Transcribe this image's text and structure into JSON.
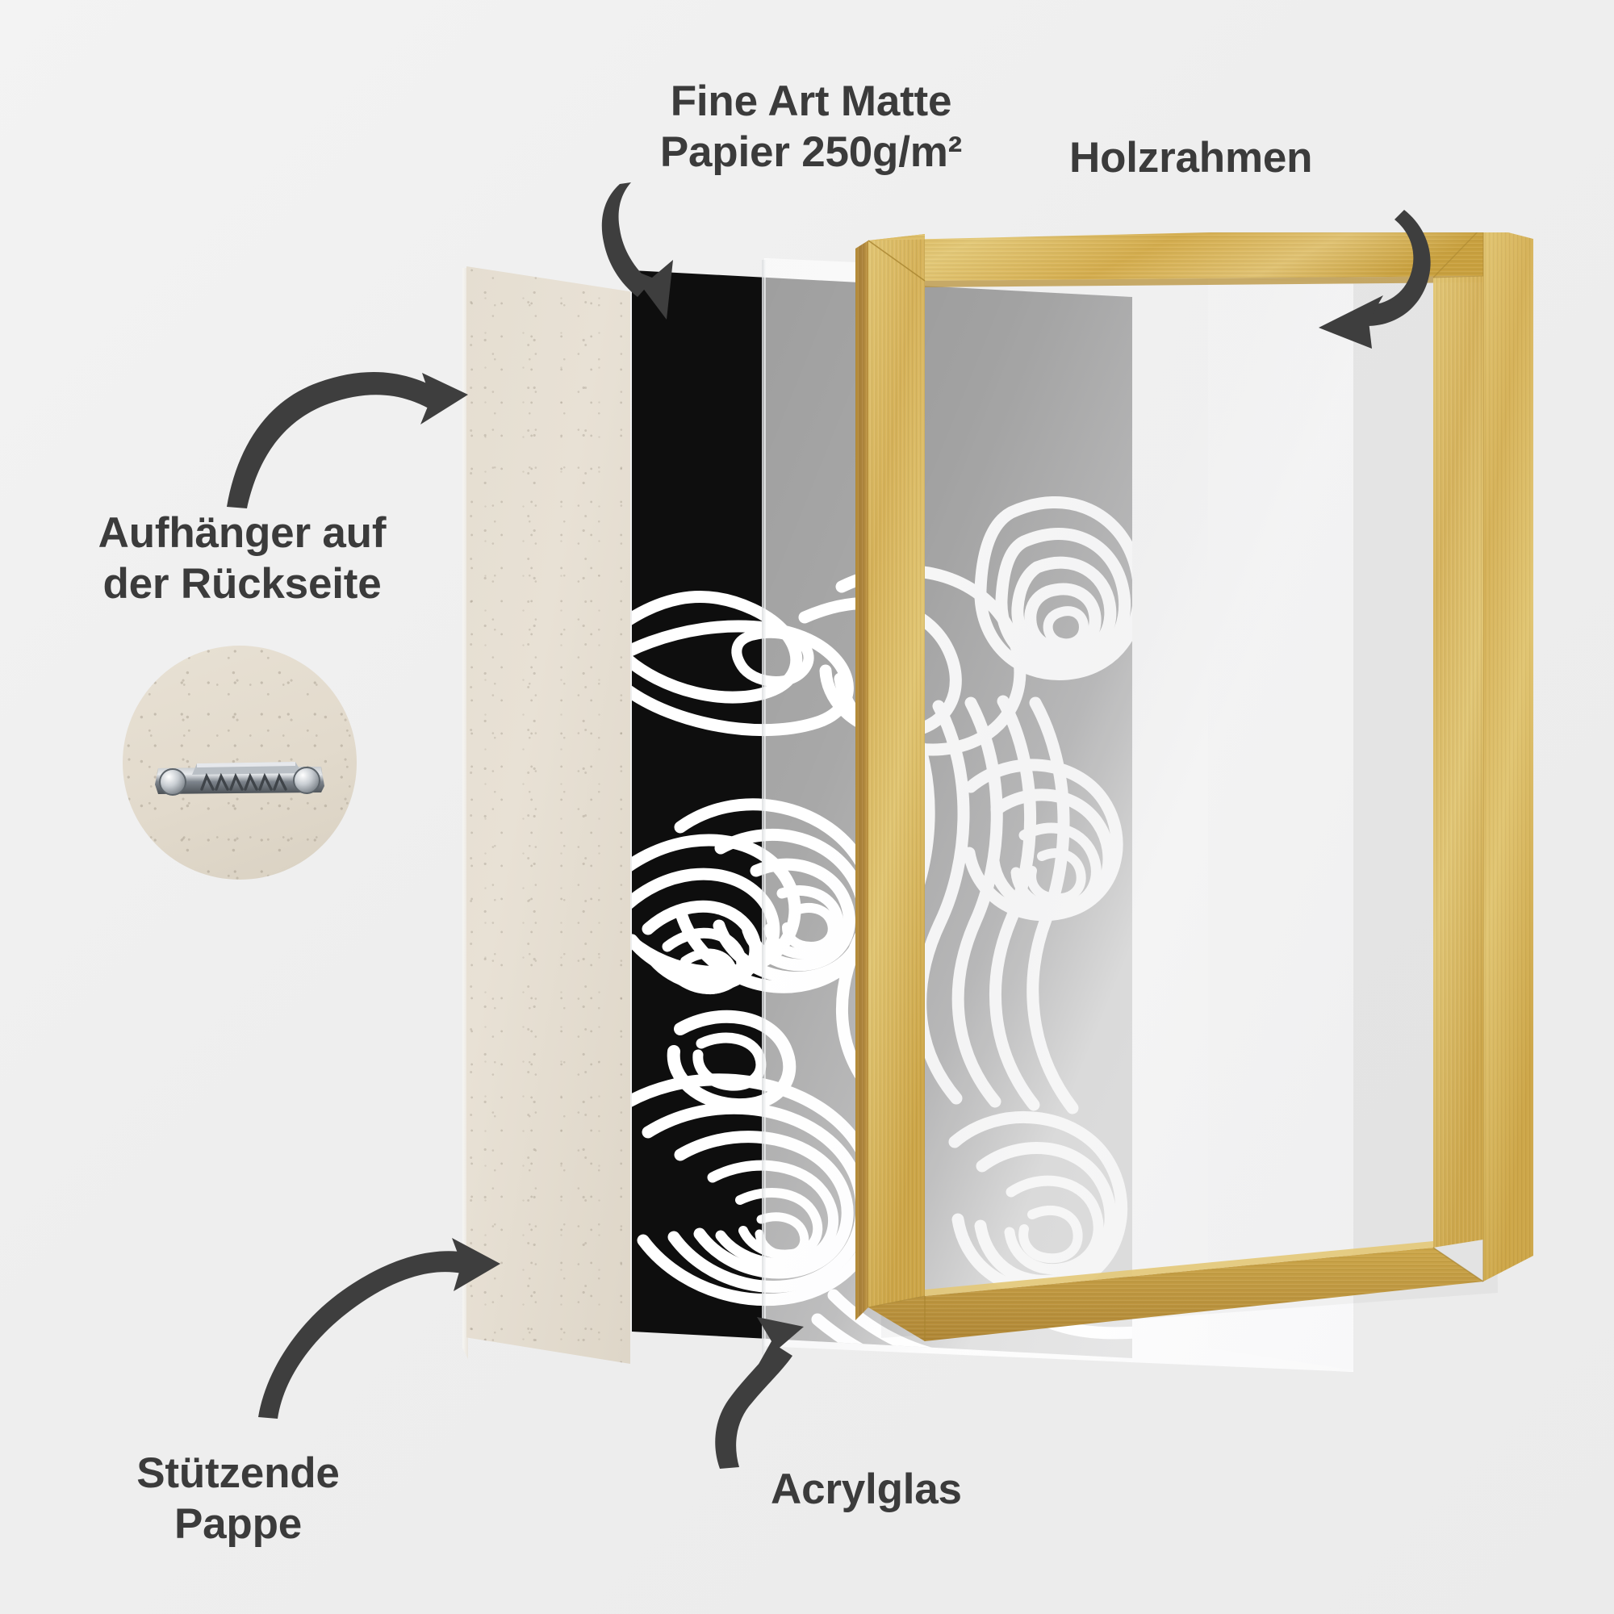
{
  "meta": {
    "background_color": "#f0f0f0",
    "label_color": "#3b3b3b",
    "frame_gold": "#c9a13f",
    "poster_black": "#0e0e0e",
    "cardboard_beige": "#e5ded1",
    "acryl_white": "#f4f5f6"
  },
  "labels": {
    "paper": "Fine Art Matte\nPapier 250g/m²",
    "frame": "Holzrahmen",
    "hanger": "Aufhänger auf\nder Rückseite",
    "cardboard": "Stützende\nPappe",
    "acrylic": "Acrylglas"
  },
  "layers": [
    {
      "name": "cardboard",
      "label": "Stützende Pappe",
      "color": "#e5ded1"
    },
    {
      "name": "poster",
      "label": "Fine Art Matte Papier 250g/m²",
      "color": "#0e0e0e"
    },
    {
      "name": "acrylic-glass",
      "label": "Acrylglas",
      "color": "#f4f5f6"
    },
    {
      "name": "wooden-frame",
      "label": "Holzrahmen",
      "color": "#c9a13f"
    }
  ],
  "hanger_detail": {
    "caption": "Aufhänger auf der Rückseite",
    "type": "sawtooth-hanger"
  },
  "artwork": {
    "style": "abstract topographic contour lines",
    "background": "#0e0e0e",
    "line_color": "#ffffff"
  }
}
